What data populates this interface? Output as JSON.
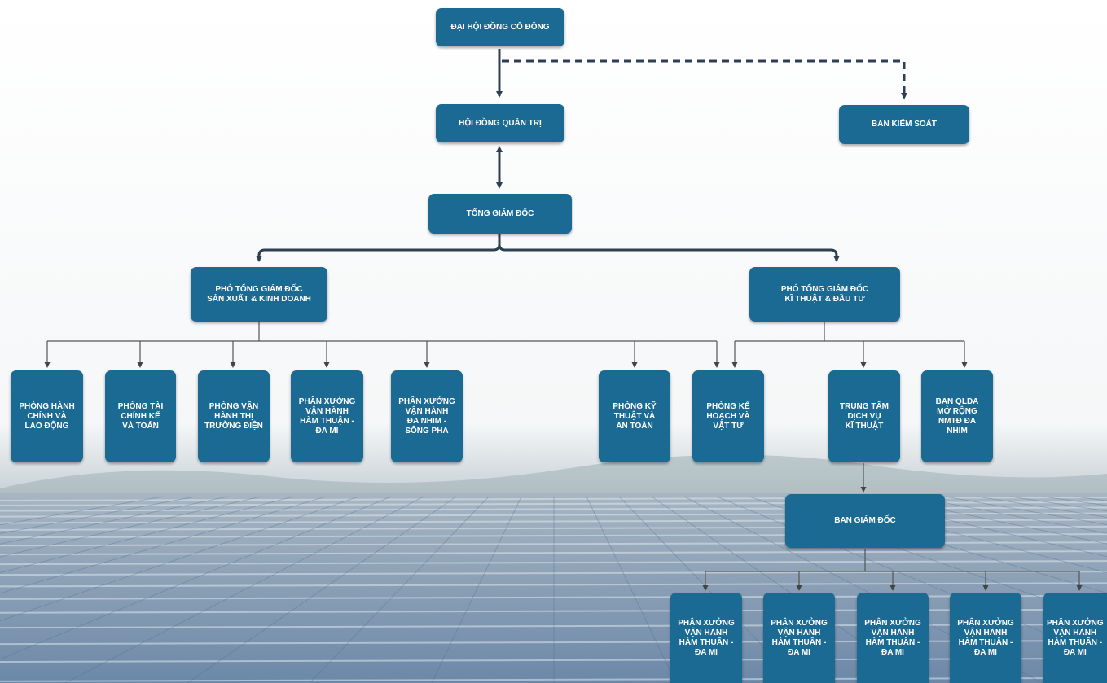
{
  "colors": {
    "box_fill": "#1b6a93",
    "box_text": "#ffffff",
    "connector": "#2e3f54",
    "sky": "#f4f6f7",
    "panels": "#6f8fae"
  },
  "nodes": {
    "shareholders": "ĐẠI HỘI ĐỒNG CỔ ĐÔNG",
    "board": "HỘI ĐỒNG QUẢN TRỊ",
    "supervisory": "BAN KIỂM SOÁT",
    "ceo": "TỔNG GIÁM ĐỐC",
    "deputy_production": "PHÓ TỔNG GIÁM ĐỐC\nSẢN XUẤT & KINH DOANH",
    "deputy_technical": "PHÓ TỔNG GIÁM ĐỐC\nKĨ THUẬT & ĐẦU TƯ",
    "admin_labor": "PHÒNG HÀNH\nCHÍNH VÀ\nLAO ĐỘNG",
    "finance_accounting": "PHÒNG TÀI\nCHÍNH KẾ\nVÀ TOÁN",
    "electricity_market": "PHÒNG VẬN\nHÀNH THỊ\nTRƯỜNG ĐIỆN",
    "workshop_ham_thuan": "PHÂN XƯỞNG\nVẬN HÀNH\nHÀM THUẬN -\nĐA MI",
    "workshop_da_nhim": "PHÂN XƯỞNG\nVẬN HÀNH\nĐA NHIM -\nSÔNG PHA",
    "technical_safety": "PHÒNG KỸ\nTHUẬT VÀ\nAN TOÀN",
    "planning_supplies": "PHÒNG KẾ\nHOẠCH VÀ\nVẬT TƯ",
    "tech_service_center": "TRUNG TÂM\nDỊCH VỤ\nKĨ THUẬT",
    "expansion_project": "BAN QLDA\nMỞ RỘNG\nNMTĐ ĐA\nNHIM",
    "board_of_directors": "BAN GIÁM ĐỐC",
    "sub_workshops": [
      "PHÂN XƯỞNG\nVẬN HÀNH\nHÀM THUẬN -\nĐA MI",
      "PHÂN XƯỞNG\nVẬN HÀNH\nHÀM THUẬN -\nĐA MI",
      "PHÂN XƯỞNG\nVẬN HÀNH\nHÀM THUẬN -\nĐA MI",
      "PHÂN XƯỞNG\nVẬN HÀNH\nHÀM THUẬN -\nĐA MI",
      "PHÂN XƯỞNG\nVẬN HÀNH\nHÀM THUẬN -\nĐA MI"
    ]
  }
}
